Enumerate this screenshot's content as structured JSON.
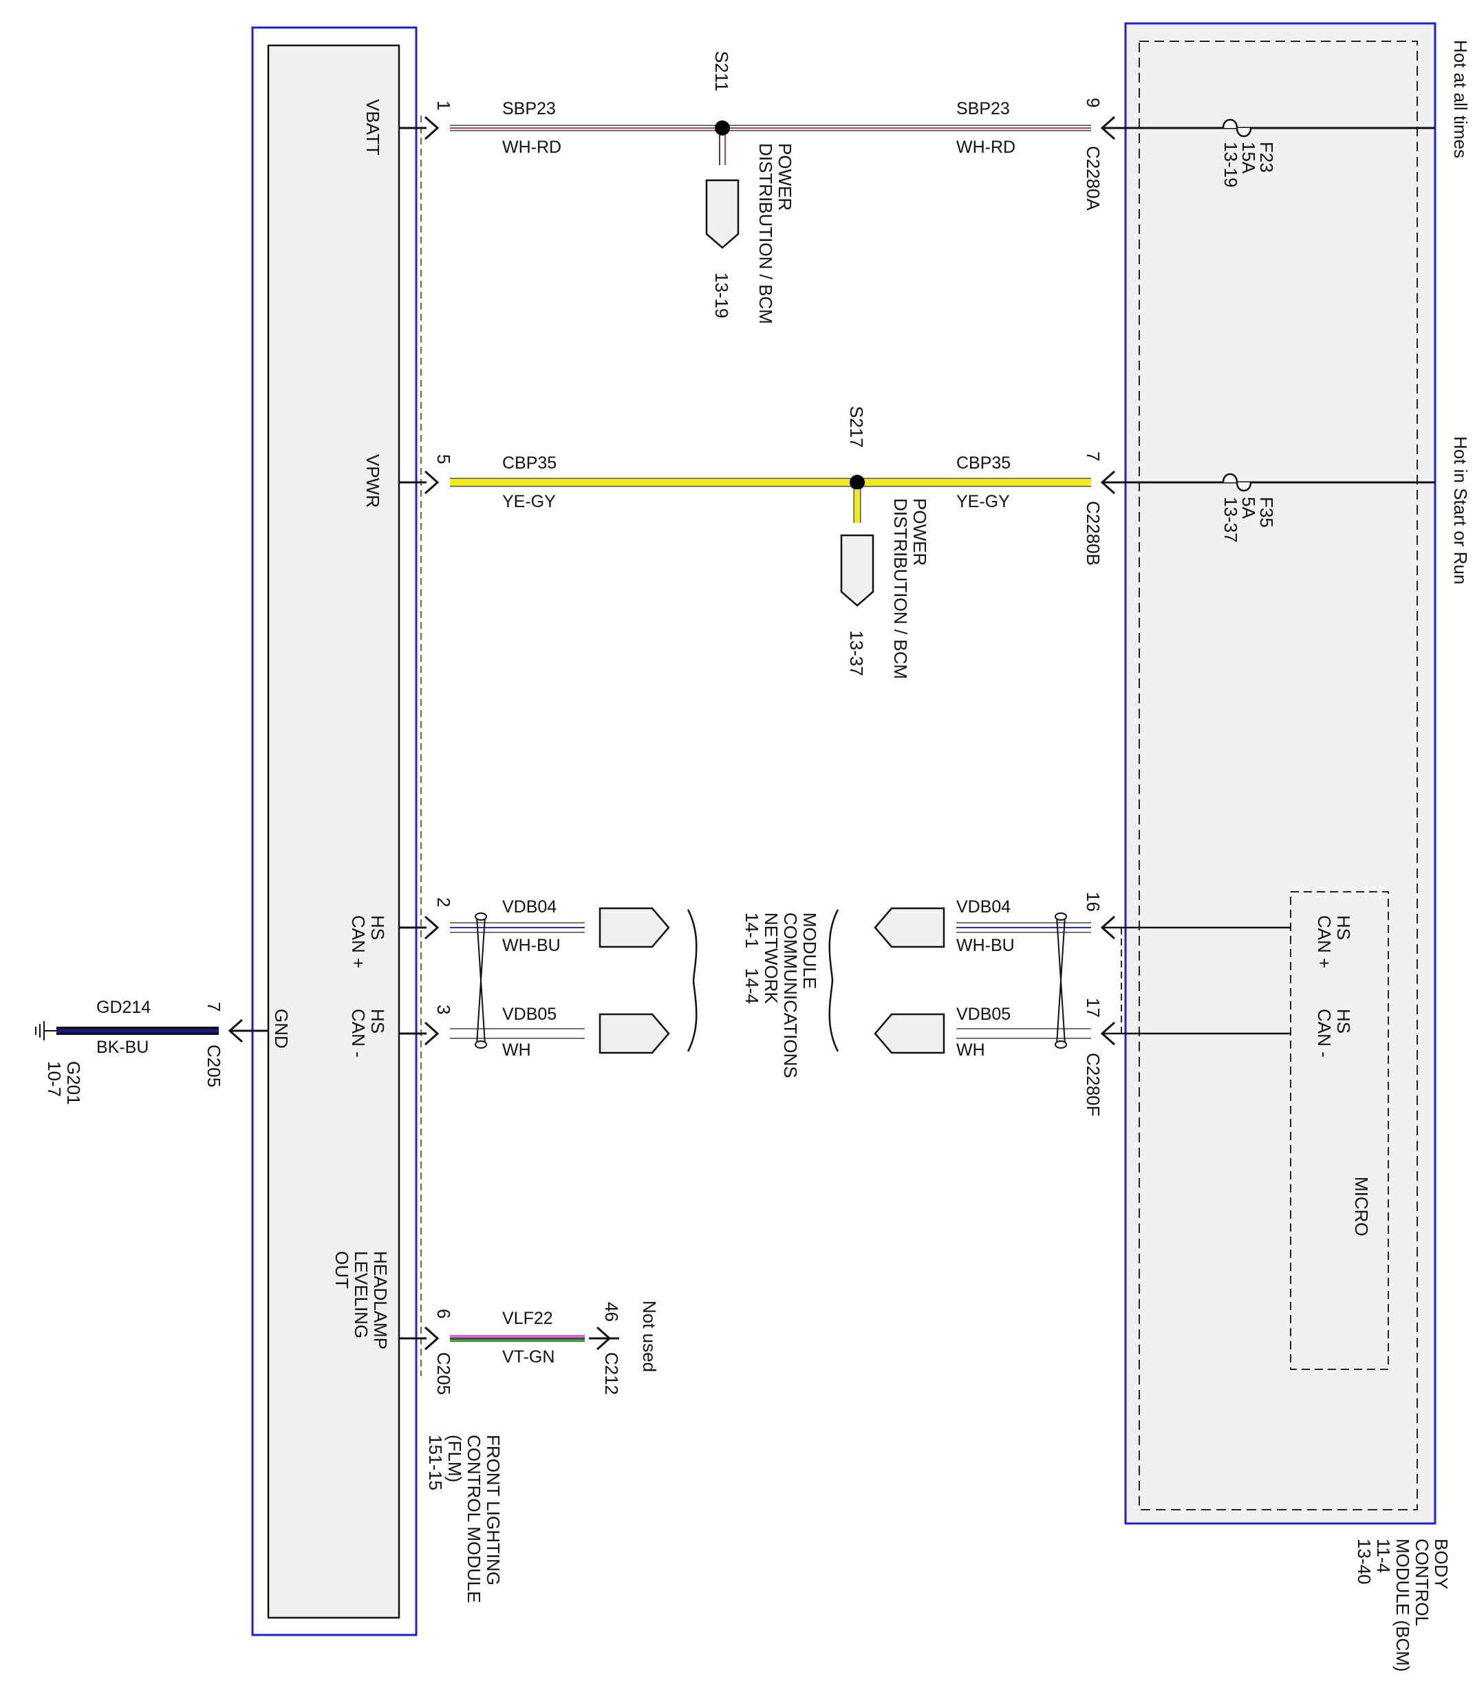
{
  "colors": {
    "module_border": "#1f1fd6",
    "module_fill": "#f0f0f0",
    "wh_rd_stripe": "#d93a3a",
    "ye_gy": "#f2ea1c",
    "wh_bu_stripe": "#2a2ad4",
    "vt_gn_a": "#d06ad0",
    "vt_gn_b": "#3aa83a",
    "bk_bu": "#1a1a8c"
  },
  "flm": {
    "pins": {
      "vbatt": "VBATT",
      "vpwr": "VPWR",
      "hs_can_plus": [
        "HS",
        "CAN +"
      ],
      "hs_can_minus": [
        "HS",
        "CAN -"
      ],
      "gnd": "GND",
      "headlamp": [
        "HEADLAMP",
        "LEVELING",
        "OUT"
      ]
    },
    "name": [
      "FRONT LIGHTING",
      "CONTROL MODULE",
      "(FLM)",
      "151-15"
    ],
    "connector": "C205"
  },
  "bcm": {
    "name": [
      "BODY",
      "CONTROL",
      "MODULE (BCM)",
      "11-4",
      "13-40"
    ],
    "micro": "MICRO",
    "can_plus": [
      "HS",
      "CAN +"
    ],
    "can_minus": [
      "HS",
      "CAN -"
    ],
    "feed1": "Hot at all times",
    "feed2": "Hot in Start or Run",
    "fuse1": [
      "F23",
      "15A",
      "13-19"
    ],
    "fuse2": [
      "F35",
      "5A",
      "13-37"
    ]
  },
  "circuits": {
    "sbp23": {
      "circuit": "SBP23",
      "color": "WH-RD",
      "pin_left": "1",
      "pin_right": "9",
      "connector": "C2280A"
    },
    "cbp35": {
      "circuit": "CBP35",
      "color": "YE-GY",
      "pin_left": "5",
      "pin_right": "7",
      "connector": "C2280B"
    },
    "vdb04": {
      "circuit": "VDB04",
      "color": "WH-BU",
      "pin_left": "2",
      "pin_right": "16"
    },
    "vdb05": {
      "circuit": "VDB05",
      "color": "WH",
      "pin_left": "3",
      "pin_right": "17",
      "connector": "C2280F"
    },
    "vlf22": {
      "circuit": "VLF22",
      "color": "VT-GN",
      "pin_left": "6",
      "pin_right": "46",
      "connector_left": "C205",
      "connector_right": "C212",
      "note": "Not used"
    },
    "gd214": {
      "circuit": "GD214",
      "color": "BK-BU",
      "pin": "7",
      "connector": "C205",
      "ground": "G201",
      "ground_ref": "10-7"
    }
  },
  "splices": {
    "s211": {
      "id": "S211",
      "ref": [
        "POWER",
        "DISTRIBUTION / BCM",
        "13-19"
      ]
    },
    "s217": {
      "id": "S217",
      "ref": [
        "POWER",
        "DISTRIBUTION / BCM",
        "13-37"
      ]
    }
  },
  "network": {
    "ref": [
      "MODULE",
      "COMMUNICATIONS",
      "NETWORK",
      "14-1    14-4"
    ]
  }
}
